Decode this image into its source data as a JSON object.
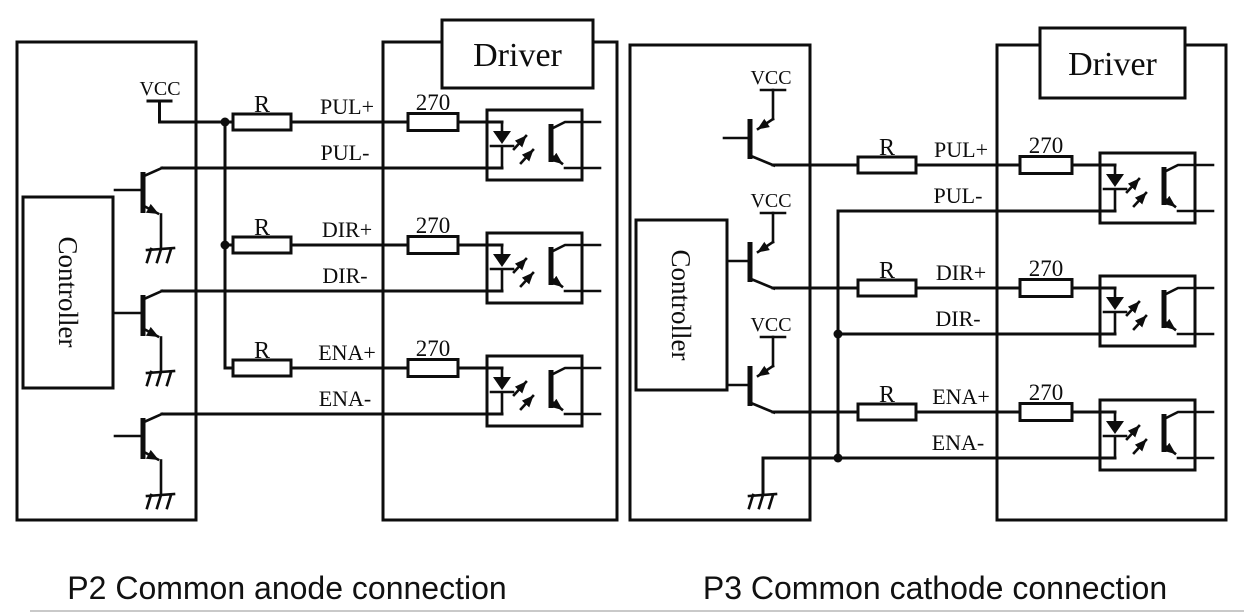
{
  "colors": {
    "ink": "#0d0d0d",
    "background": "#ffffff",
    "divider": "#c9c9c9"
  },
  "left_diagram": {
    "controller_label": "Controller",
    "driver_label": "Driver",
    "vcc_label": "VCC",
    "resistor_label": "R",
    "series_resistor_label": "270",
    "signals": [
      {
        "plus": "PUL+",
        "minus": "PUL-"
      },
      {
        "plus": "DIR+",
        "minus": "DIR-"
      },
      {
        "plus": "ENA+",
        "minus": "ENA-"
      }
    ],
    "caption": "P2 Common anode connection"
  },
  "right_diagram": {
    "controller_label": "Controller",
    "driver_label": "Driver",
    "vcc_label": "VCC",
    "resistor_label": "R",
    "series_resistor_label": "270",
    "signals": [
      {
        "plus": "PUL+",
        "minus": "PUL-"
      },
      {
        "plus": "DIR+",
        "minus": "DIR-"
      },
      {
        "plus": "ENA+",
        "minus": "ENA-"
      }
    ],
    "caption": "P3 Common cathode connection"
  }
}
